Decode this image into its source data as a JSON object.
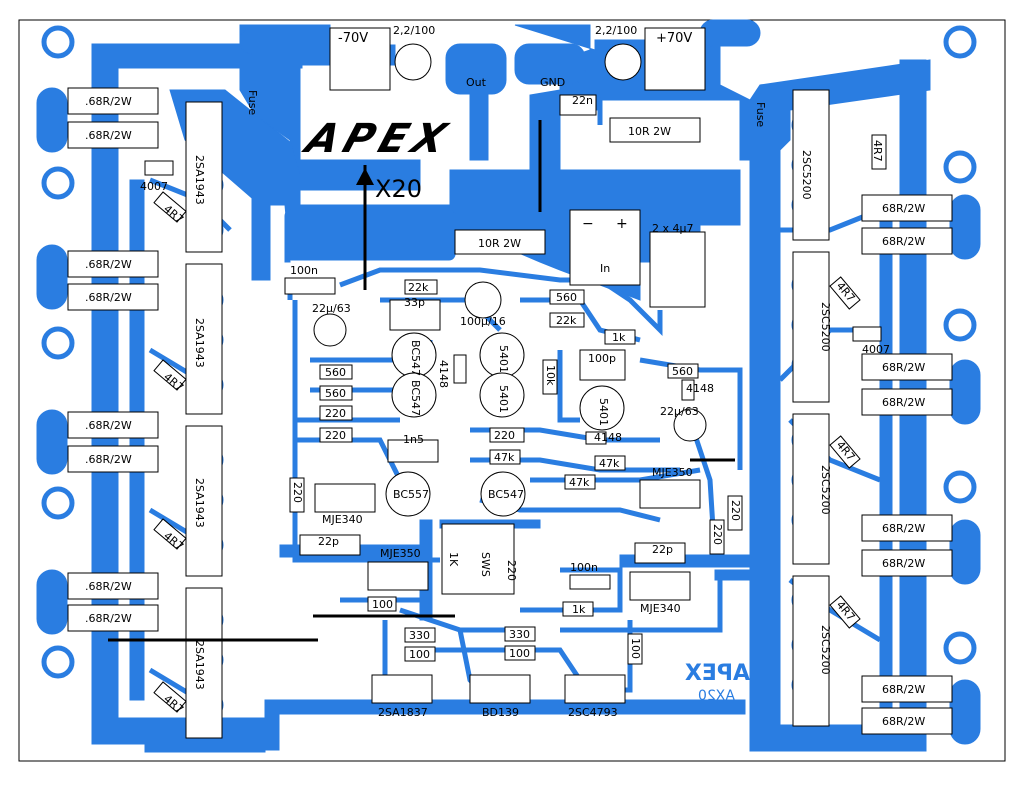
{
  "colors": {
    "copper": "#2a7de1",
    "background": "#ffffff",
    "outline": "#000000"
  },
  "board": {
    "brand": "APEX",
    "model": "X20",
    "mirror_brand": "APEX",
    "mirror_model": "AX20"
  },
  "connectors": {
    "neg_rail": "-70V",
    "pos_rail": "+70V",
    "cap_neg": "2,2/100",
    "cap_pos": "2,2/100",
    "out": "Out",
    "gnd": "GND",
    "in": "In",
    "in_minus": "−",
    "in_plus": "+",
    "fuse_left": "Fuse",
    "fuse_right": "Fuse"
  },
  "components": {
    "r_emitter": ".68R/2W",
    "r_emitter_right": "68R/2W",
    "r_base": "4R7",
    "diode": "4007",
    "pnp_out": "2SA1943",
    "npn_out": "2SC5200",
    "r_zobel_top": "10R 2W",
    "r_zobel_mid": "10R 2W",
    "c_zobel": "22n",
    "c_in": "2 x 4μ7",
    "c_100n_top": "100n",
    "c_22u_63": "22μ/63",
    "c_22u_63b": "22μ/63",
    "c_100u_16": "100μ/16",
    "r_22k": "22k",
    "r_22k_b": "22k",
    "c_33p": "33p",
    "r_560a": "560",
    "r_560b": "560",
    "r_560c": "560",
    "r_560d": "560",
    "r_220a": "220",
    "r_220b": "220",
    "r_220c": "220",
    "r_220d": "220",
    "r_220e": "220",
    "r_220f": "220",
    "r_1k_a": "1k",
    "r_1k_b": "1k",
    "r_10k": "10k",
    "c_100p": "100p",
    "d_4148a": "4148",
    "d_4148b": "4148",
    "d_4148c": "4148",
    "q_bc547a": "BC547",
    "q_bc547b": "BC547",
    "q_bc557": "BC557",
    "q_5401a": "5401",
    "q_5401b": "5401",
    "q_5401c": "5401",
    "c_1n5": "1n5",
    "r_47k_a": "47k",
    "r_47k_b": "47k",
    "r_47k_c": "47k",
    "q_mje340a": "MJE340",
    "q_mje340b": "MJE340",
    "q_mje350a": "MJE350",
    "q_mje350b": "MJE350",
    "c_22p_a": "22p",
    "c_22p_b": "22p",
    "trim_1k": "1K",
    "trim_sws": "SWS",
    "c_100n_mid": "100n",
    "r_100a": "100",
    "r_100b": "100",
    "r_100c": "100",
    "r_330a": "330",
    "r_330b": "330",
    "q_2sa1837": "2SA1837",
    "q_bd139": "BD139",
    "q_2sc4793": "2SC4793"
  }
}
